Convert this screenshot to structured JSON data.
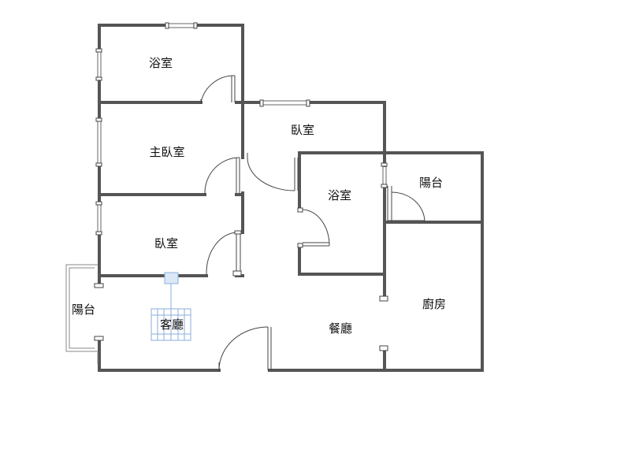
{
  "rooms": {
    "bath_top": "浴室",
    "master_bedroom": "主臥室",
    "bedroom_left": "臥室",
    "bedroom_center": "臥室",
    "bath_center": "浴室",
    "balcony_right": "陽台",
    "balcony_left": "陽台",
    "living_room": "客廳",
    "dining_room": "餐廳",
    "kitchen": "廚房"
  },
  "colors": {
    "wall": "#555555",
    "selection": "#8aaedc",
    "background": "#ffffff"
  }
}
